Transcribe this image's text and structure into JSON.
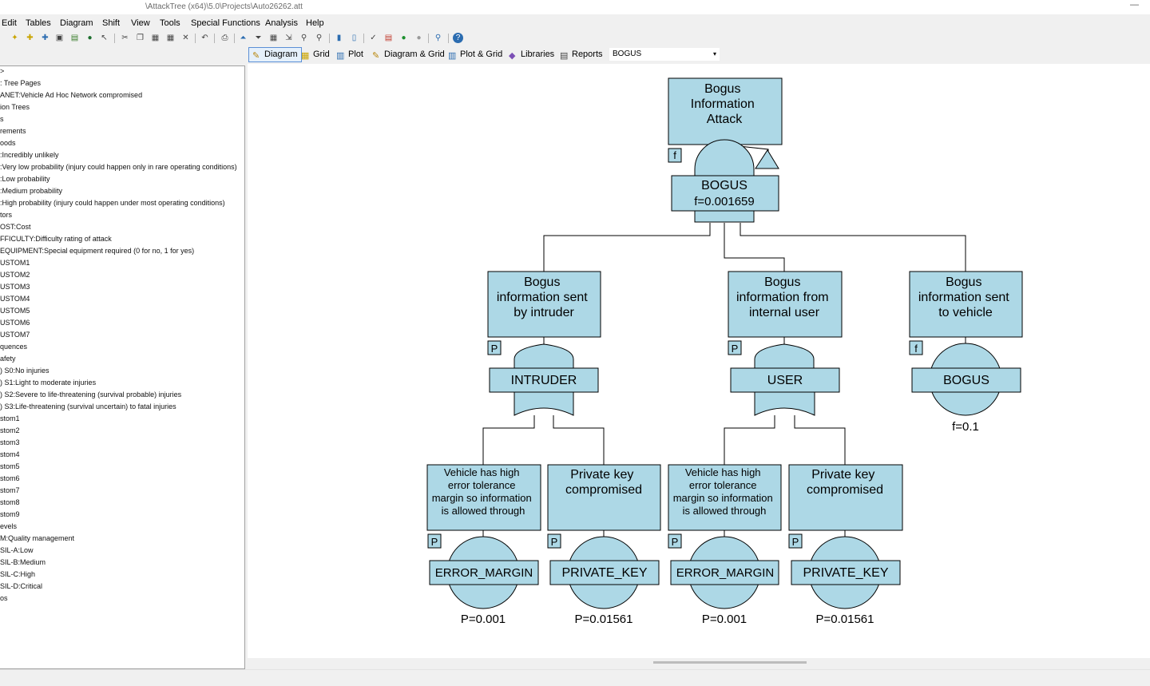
{
  "window": {
    "title": "\\AttackTree (x64)\\5.0\\Projects\\Auto26262.att",
    "minimize_label": "—"
  },
  "menu": [
    "Edit",
    "Tables",
    "Diagram",
    "Shift",
    "View",
    "Tools",
    "Special Functions",
    "Analysis",
    "Help"
  ],
  "view_tabs": {
    "diagram": "Diagram",
    "grid": "Grid",
    "plot": "Plot",
    "diagram_grid": "Diagram & Grid",
    "plot_grid": "Plot & Grid",
    "libraries": "Libraries",
    "reports": "Reports"
  },
  "page_selector": {
    "value": "BOGUS"
  },
  "tree": [
    ">",
    ": Tree Pages",
    "ANET:Vehicle Ad Hoc Network compromised",
    "ion Trees",
    "s",
    "rements",
    "oods",
    ":Incredibly unlikely",
    ":Very low probability (injury could happen only in rare operating conditions)",
    ":Low probability",
    ":Medium probability",
    ":High probability (injury could happen under most operating conditions)",
    "tors",
    "OST:Cost",
    "FFICULTY:Difficulty rating of attack",
    "EQUIPMENT:Special equipment required (0 for no, 1 for yes)",
    "USTOM1",
    "USTOM2",
    "USTOM3",
    "USTOM4",
    "USTOM5",
    "USTOM6",
    "USTOM7",
    "quences",
    "afety",
    ") S0:No injuries",
    ") S1:Light to moderate injuries",
    ") S2:Severe to life-threatening (survival probable) injuries",
    ") S3:Life-threatening (survival uncertain) to fatal injuries",
    "stom1",
    "stom2",
    "stom3",
    "stom4",
    "stom5",
    "stom6",
    "stom7",
    "stom8",
    "stom9",
    "evels",
    "M:Quality management",
    "SIL-A:Low",
    "SIL-B:Medium",
    "SIL-C:High",
    "SIL-D:Critical",
    "os"
  ],
  "diagram": {
    "root": {
      "lines": [
        "Bogus",
        "Information",
        "Attack"
      ],
      "badge": "f",
      "gate_name": "BOGUS",
      "gate_value": "f=0.001659"
    },
    "nodes": [
      {
        "lines": [
          "Bogus",
          "information sent",
          "by intruder"
        ],
        "badge": "P",
        "gate_name": "INTRUDER"
      },
      {
        "lines": [
          "Bogus",
          "information from",
          "internal user"
        ],
        "badge": "P",
        "gate_name": "USER"
      },
      {
        "lines": [
          "Bogus",
          "information sent",
          "to vehicle"
        ],
        "badge": "f",
        "gate_name": "BOGUS",
        "value": "f=0.1"
      }
    ],
    "leaves": [
      {
        "lines": [
          "Vehicle has high",
          "error tolerance",
          "margin so information",
          "is allowed through"
        ],
        "badge": "P",
        "name": "ERROR_MARGIN",
        "value": "P=0.001"
      },
      {
        "lines": [
          "Private key",
          "compromised"
        ],
        "badge": "P",
        "name": "PRIVATE_KEY",
        "value": "P=0.01561"
      },
      {
        "lines": [
          "Vehicle has high",
          "error tolerance",
          "margin so information",
          "is allowed through"
        ],
        "badge": "P",
        "name": "ERROR_MARGIN",
        "value": "P=0.001"
      },
      {
        "lines": [
          "Private key",
          "compromised"
        ],
        "badge": "P",
        "name": "PRIVATE_KEY",
        "value": "P=0.01561"
      }
    ]
  },
  "colors": {
    "node_fill": "#add8e6",
    "stroke": "#000000",
    "canvas": "#ffffff"
  }
}
